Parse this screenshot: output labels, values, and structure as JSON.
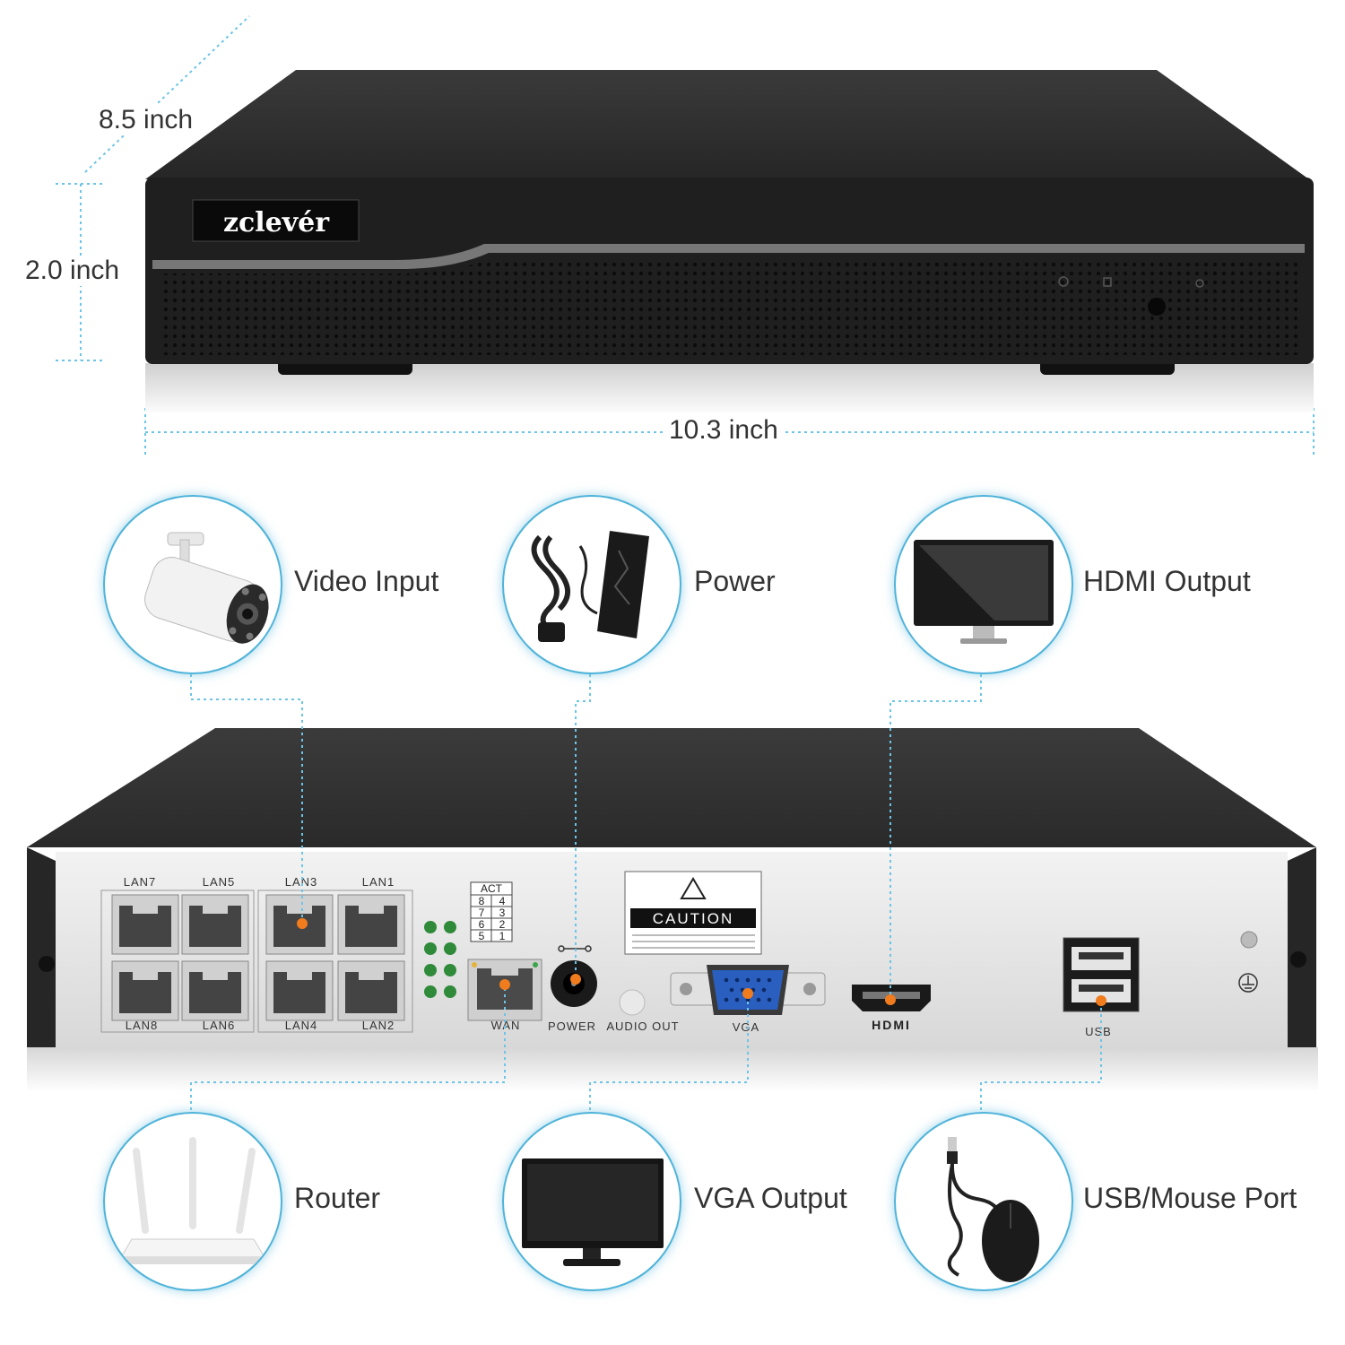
{
  "dimensions": {
    "depth": "8.5 inch",
    "height": "2.0 inch",
    "width": "10.3 inch"
  },
  "brand": "zclevér",
  "features": [
    {
      "label": "Video Input",
      "icon": "camera-icon"
    },
    {
      "label": "Power",
      "icon": "power-adapter-icon"
    },
    {
      "label": "HDMI Output",
      "icon": "monitor-icon"
    },
    {
      "label": "Router",
      "icon": "router-icon"
    },
    {
      "label": "VGA Output",
      "icon": "monitor-icon"
    },
    {
      "label": "USB/Mouse Port",
      "icon": "mouse-icon"
    }
  ],
  "rear_panel": {
    "lan_top": [
      "LAN7",
      "LAN5",
      "LAN3",
      "LAN1"
    ],
    "lan_bottom": [
      "LAN8",
      "LAN6",
      "LAN4",
      "LAN2"
    ],
    "act_header": "ACT",
    "act_pairs": [
      [
        "8",
        "4"
      ],
      [
        "7",
        "3"
      ],
      [
        "6",
        "2"
      ],
      [
        "5",
        "1"
      ]
    ],
    "wan": "WAN",
    "power": "POWER",
    "audio_out": "AUDIO OUT",
    "caution": "CAUTION",
    "vga": "VGA",
    "hdmi": "HDMI",
    "usb": "USB"
  },
  "colors": {
    "accent": "#4fb3d9",
    "marker": "#f07c1e",
    "device": "#2b2b2b"
  }
}
